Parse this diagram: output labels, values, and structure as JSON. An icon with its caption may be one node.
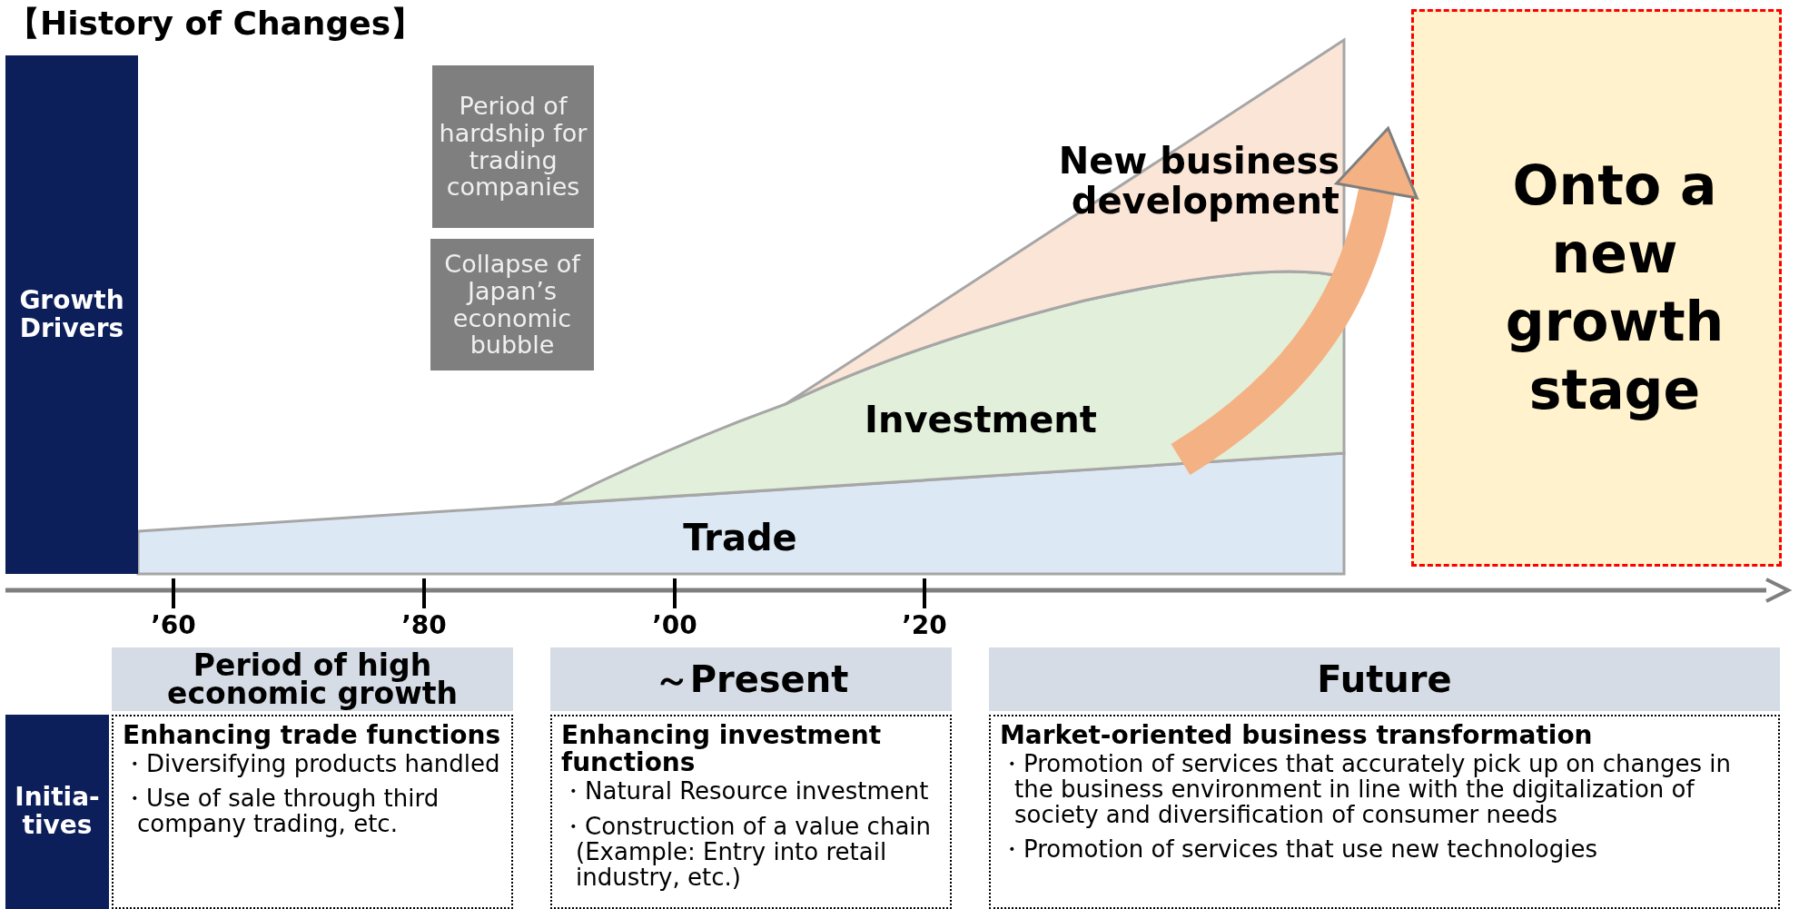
{
  "diagram": {
    "title": "【History of Changes】",
    "nodes": [
      {
        "text": [
          "Growth Drivers"
        ]
      },
      {
        "text": [
          "Period of hardship for trading companies"
        ]
      },
      {
        "text": [
          "Collapse of Japan’s economic bubble"
        ]
      },
      {
        "text": [
          "Trade"
        ]
      },
      {
        "text": [
          "Investment"
        ]
      },
      {
        "text": [
          "New business development"
        ]
      },
      {
        "text": [
          "Onto a new growth stage"
        ]
      },
      {
        "text": [
          "Period of high economic growth"
        ]
      },
      {
        "text": [
          "～Present"
        ]
      },
      {
        "text": [
          "Future"
        ]
      },
      {
        "text": [
          "Initia-tives"
        ]
      },
      {
        "text": [
          "Enhancing trade functions",
          "・Diversifying products handled",
          "・Use of sale through third company trading, etc."
        ]
      },
      {
        "text": [
          "Enhancing investment functions",
          "・Natural Resource investment",
          "・Construction of a value chain (Example: Entry into retail industry, etc.)"
        ]
      },
      {
        "text": [
          "Market-oriented business transformation",
          "・Promotion of services that accurately pick up on changes in the business environment in line with the digitalization of society and diversification of consumer needs",
          "・Promotion of services that use new technologies"
        ]
      }
    ],
    "edges": [
      {
        "from": 4,
        "to": 6,
        "arrow": "to"
      }
    ],
    "labels": [
      "’60",
      "’80",
      "’00",
      "’20"
    ]
  }
}
